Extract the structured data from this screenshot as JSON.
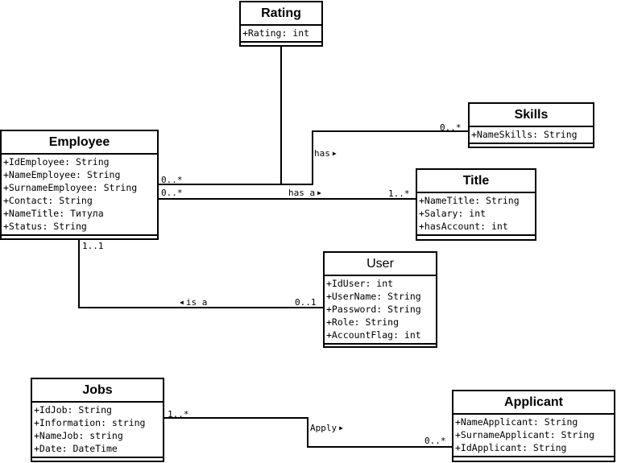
{
  "classes": {
    "rating": {
      "name": "Rating",
      "attributes": [
        "+Rating: int"
      ]
    },
    "skills": {
      "name": "Skills",
      "attributes": [
        "+NameSkills: String"
      ]
    },
    "employee": {
      "name": "Employee",
      "attributes": [
        "+IdEmployee: String",
        "+NameEmployee: String",
        "+SurnameEmployee: String",
        "+Contact: String",
        "+NameTitle: Титула",
        "+Status: String"
      ]
    },
    "title": {
      "name": "Title",
      "attributes": [
        "+NameTitle: String",
        "+Salary: int",
        "+hasAccount: int"
      ]
    },
    "user": {
      "name": "User",
      "attributes": [
        "+IdUser: int",
        "+UserName: String",
        "+Password: String",
        "+Role: String",
        "+AccountFlag: int"
      ]
    },
    "jobs": {
      "name": "Jobs",
      "attributes": [
        "+IdJob: String",
        "+Information: string",
        "+NameJob: string",
        "+Date: DateTime"
      ]
    },
    "applicant": {
      "name": "Applicant",
      "attributes": [
        "+NameApplicant: String",
        "+SurnameApplicant: String",
        "+IdApplicant: String"
      ]
    }
  },
  "associations": {
    "employee_skills": {
      "label": "has",
      "source_multiplicity": "0..*",
      "target_multiplicity": "0..*"
    },
    "employee_title": {
      "label": "has a",
      "source_multiplicity": "0..*",
      "target_multiplicity": "1..*"
    },
    "employee_user": {
      "label": "is a",
      "source_multiplicity": "1..1",
      "target_multiplicity": "0..1"
    },
    "jobs_applicant": {
      "label": "Apply",
      "source_multiplicity": "1..*",
      "target_multiplicity": "0..*"
    }
  }
}
